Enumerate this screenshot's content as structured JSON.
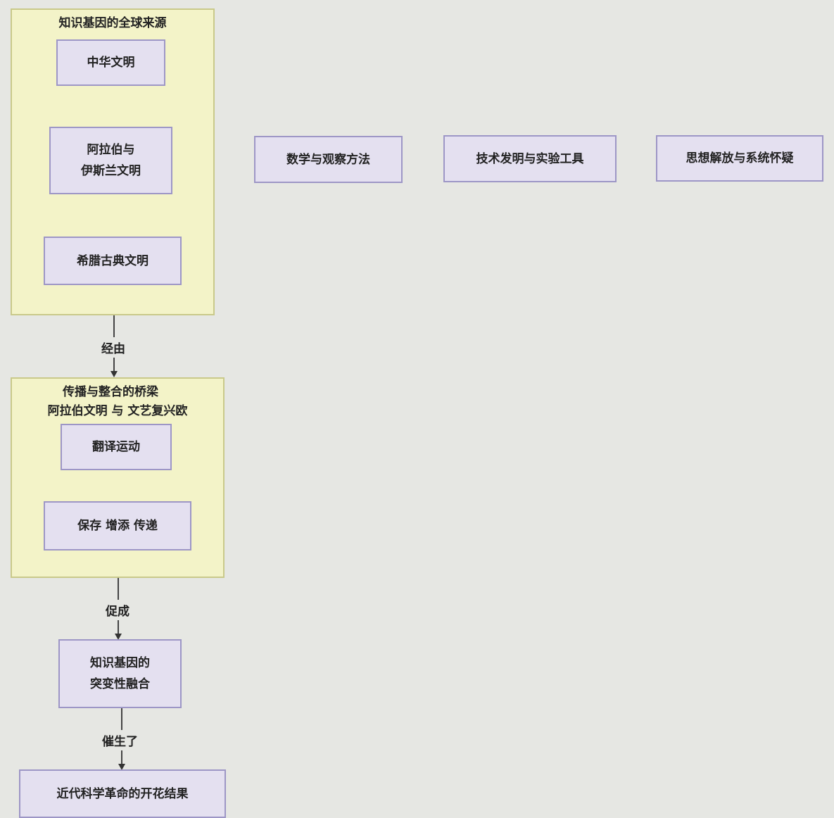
{
  "clusters": {
    "sources": {
      "title": "知识基因的全球来源"
    },
    "bridge": {
      "title": "传播与整合的桥梁",
      "subtitle": "阿拉伯文明 与 文艺复兴欧"
    }
  },
  "nodes": {
    "china": "中华文明",
    "arab_1": "阿拉伯与",
    "arab_2": "伊斯兰文明",
    "greek": "希腊古典文明",
    "translation": "翻译运动",
    "preserve": "保存 增添 传递",
    "fusion_1": "知识基因的",
    "fusion_2": "突变性融合",
    "result": "近代科学革命的开花结果",
    "math": "数学与观察方法",
    "tech": "技术发明与实验工具",
    "thought": "思想解放与系统怀疑"
  },
  "edges": {
    "via": "经由",
    "enable": "促成",
    "produce": "催生了"
  }
}
